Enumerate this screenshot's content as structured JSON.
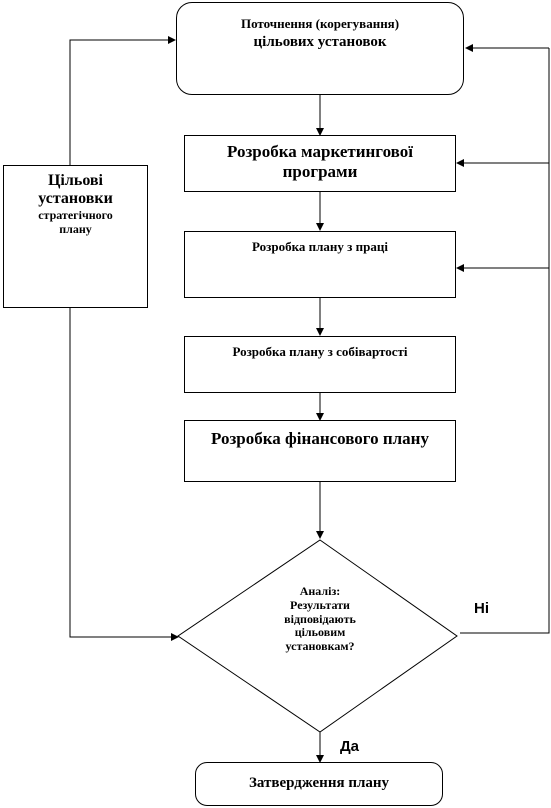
{
  "nodes": {
    "update_targets": {
      "line1": "Поточнення (корегування)",
      "line2": "цільових установок"
    },
    "marketing_program": {
      "line1": "Розробка маркетингової",
      "line2": "програми"
    },
    "labor_plan": {
      "text": "Розробка плану з праці"
    },
    "cost_plan": {
      "text": "Розробка плану з собівартості"
    },
    "financial_plan": {
      "text": "Розробка фінансового плану"
    },
    "strategic_targets": {
      "line1": "Цільові",
      "line2": "установки",
      "line3": "стратегічного",
      "line4": "плану"
    },
    "analysis": {
      "line1": "Аналіз:",
      "line2": "Результати",
      "line3": "відповідають",
      "line4": "цільовим",
      "line5": "установкам?"
    },
    "approval": {
      "text": "Затвердження плану"
    }
  },
  "edges": {
    "no_label": "Ні",
    "yes_label": "Да"
  }
}
